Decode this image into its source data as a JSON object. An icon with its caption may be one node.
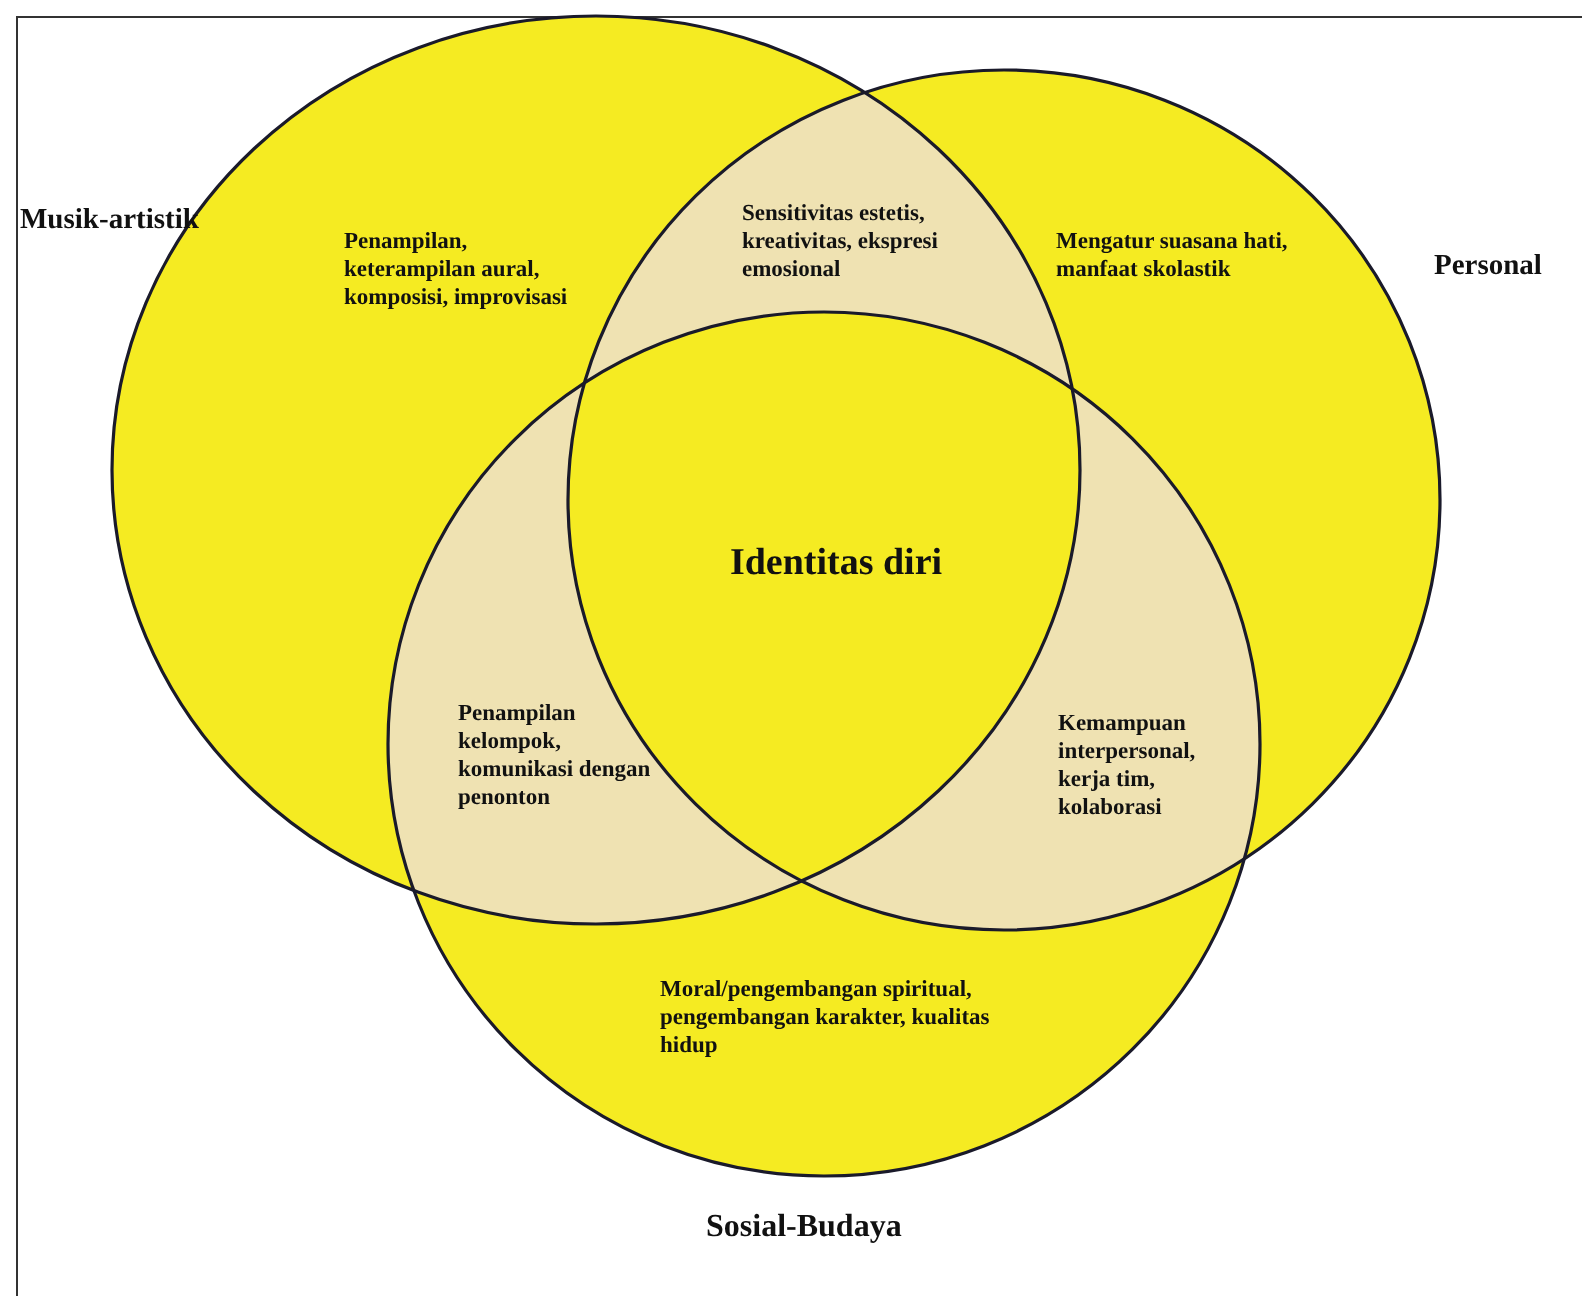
{
  "diagram": {
    "nodes": [
      {
        "text": [
          "Musik-artistik",
          "Penampilan, keterampilan aural, komposisi, improvisasi"
        ]
      },
      {
        "text": [
          "Mengatur suasana hati, manfaat skolastik",
          "Personal"
        ]
      },
      {
        "text": [
          "Moral/pengembangan spiritual, pengembangan karakter, kualitas hidup",
          "Sosial-Budaya"
        ]
      }
    ],
    "edges": [],
    "labels": [
      "Sensitivitas estetis, kreativitas, ekspresi emosional",
      "Identitas diri",
      "Penampilan kelompok, komunikasi dengan penonton",
      "Kemampuan interpersonal, kerja tim, kolaborasi"
    ]
  }
}
